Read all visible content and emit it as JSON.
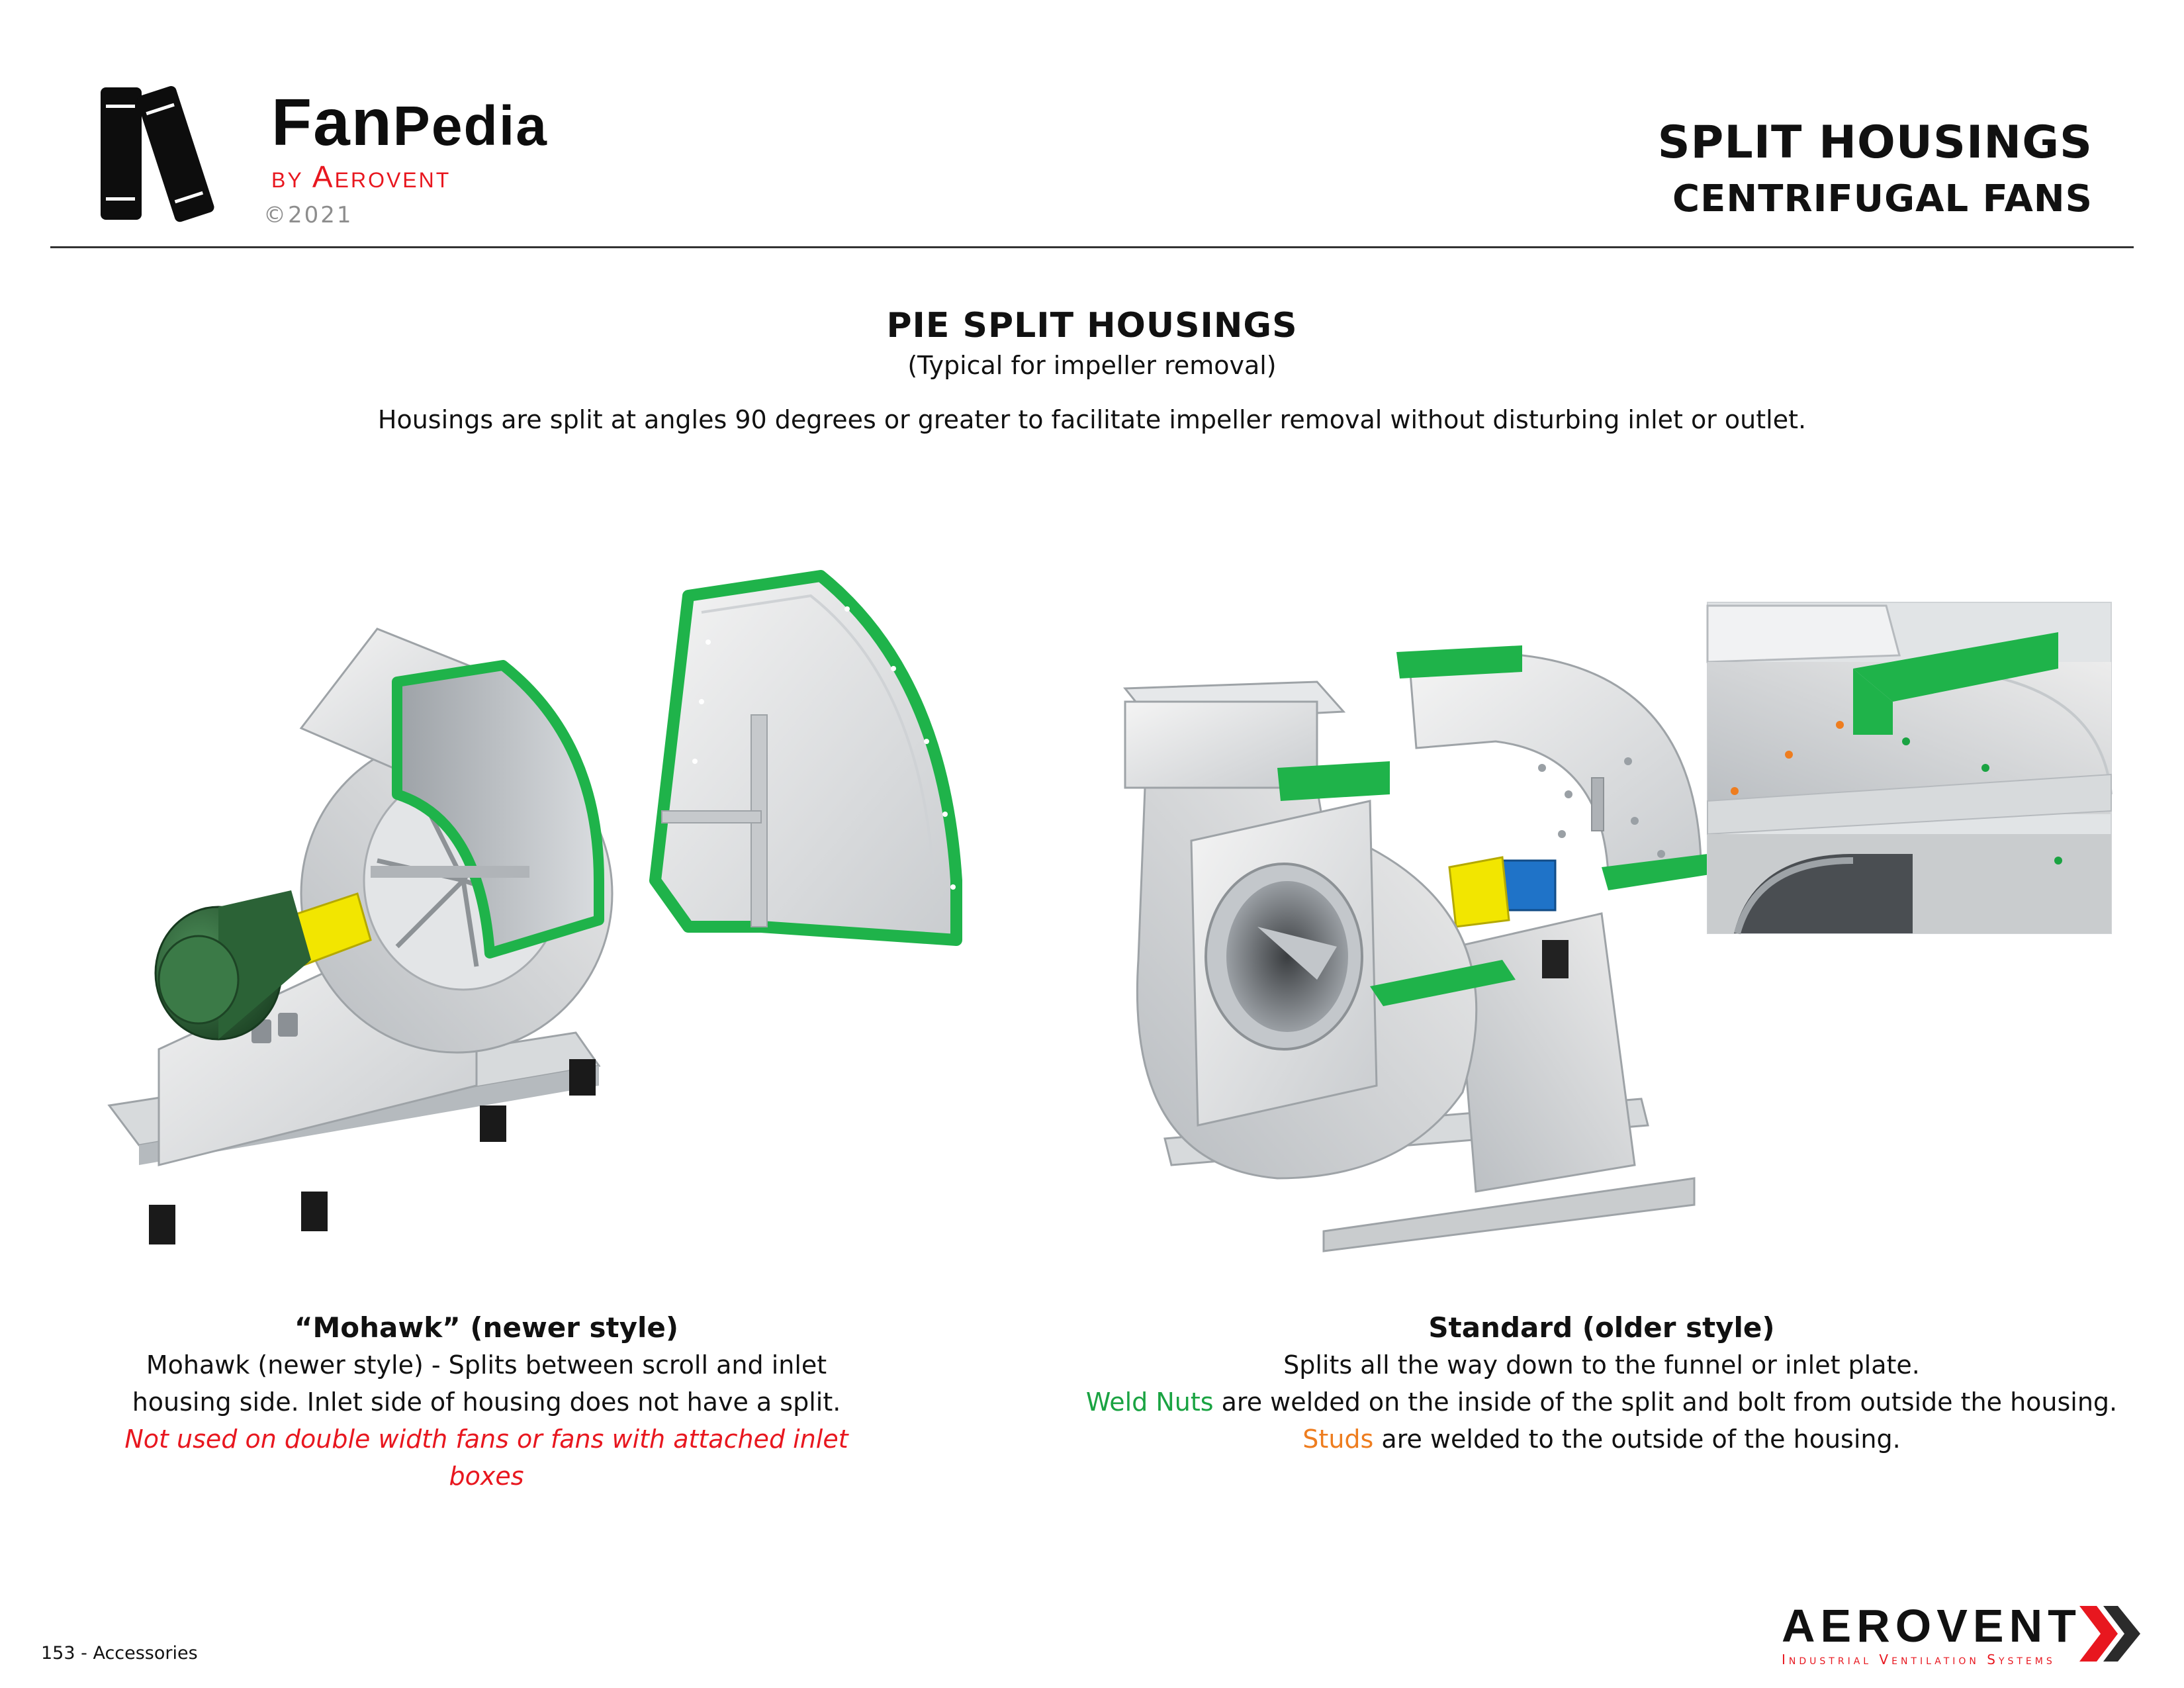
{
  "brand": {
    "name_first": "Fan",
    "name_second": "Pedia",
    "byline": "by Aerovent",
    "copyright": "©2021"
  },
  "header": {
    "title": "SPLIT HOUSINGS",
    "subtitle": "CENTRIFUGAL FANS"
  },
  "section": {
    "title": "PIE SPLIT HOUSINGS",
    "subtitle": "(Typical for impeller removal)",
    "description": "Housings are split at angles 90 degrees or greater to facilitate impeller removal without disturbing inlet or outlet."
  },
  "mohawk": {
    "title": "“Mohawk” (newer style)",
    "line1": "Mohawk (newer style) - Splits between scroll and inlet",
    "line2": "housing side. Inlet side of housing does not have a split.",
    "warning": "Not used on double width fans or fans with attached inlet boxes"
  },
  "standard": {
    "title": "Standard (older style)",
    "line1": "Splits all the way down to the funnel or inlet plate.",
    "weld_nuts_label": "Weld Nuts",
    "weld_nuts_text": " are welded on the inside of the split and bolt from outside the housing.",
    "studs_label": "Studs",
    "studs_text": " are welded to the outside of the housing."
  },
  "footer": {
    "page_label": "153 - Accessories",
    "company": "AEROVENT",
    "tagline": "Industrial Ventilation Systems"
  },
  "colors": {
    "split_flange": "#1fb34a",
    "weld_nuts": "#1aa342",
    "studs": "#ee7d1f",
    "warning": "#e8171f",
    "motor": "#2f6b3a",
    "coupling_guard": "#f2e600",
    "bearing": "#1f73c8"
  }
}
